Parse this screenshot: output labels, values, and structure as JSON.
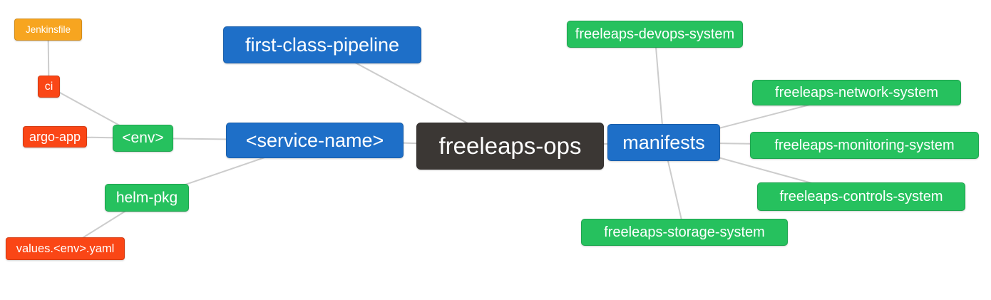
{
  "diagram": {
    "background": "#ffffff",
    "edge_color": "#cccccc",
    "nodes": {
      "jenkinsfile": {
        "label": "Jenkinsfile",
        "color": "#f7a520"
      },
      "ci": {
        "label": "ci",
        "color": "#fa4616"
      },
      "argo_app": {
        "label": "argo-app",
        "color": "#fa4616"
      },
      "env": {
        "label": "<env>",
        "color": "#26c15e"
      },
      "service_name": {
        "label": "<service-name>",
        "color": "#1e6fc8"
      },
      "first_class_pipeline": {
        "label": "first-class-pipeline",
        "color": "#1e6fc8"
      },
      "freeleaps_ops": {
        "label": "freeleaps-ops",
        "color": "#3b3734"
      },
      "manifests": {
        "label": "manifests",
        "color": "#1e6fc8"
      },
      "helm_pkg": {
        "label": "helm-pkg",
        "color": "#26c15e"
      },
      "values_env_yaml": {
        "label": "values.<env>.yaml",
        "color": "#fa4616"
      },
      "devops_system": {
        "label": "freeleaps-devops-system",
        "color": "#26c15e"
      },
      "network_system": {
        "label": "freeleaps-network-system",
        "color": "#26c15e"
      },
      "monitoring_system": {
        "label": "freeleaps-monitoring-system",
        "color": "#26c15e"
      },
      "controls_system": {
        "label": "freeleaps-controls-system",
        "color": "#26c15e"
      },
      "storage_system": {
        "label": "freeleaps-storage-system",
        "color": "#26c15e"
      }
    },
    "edges": [
      [
        "jenkinsfile",
        "ci"
      ],
      [
        "ci",
        "env"
      ],
      [
        "argo_app",
        "env"
      ],
      [
        "env",
        "service_name"
      ],
      [
        "helm_pkg",
        "service_name"
      ],
      [
        "values_env_yaml",
        "helm_pkg"
      ],
      [
        "service_name",
        "freeleaps_ops"
      ],
      [
        "first_class_pipeline",
        "freeleaps_ops"
      ],
      [
        "freeleaps_ops",
        "manifests"
      ],
      [
        "manifests",
        "devops_system"
      ],
      [
        "manifests",
        "network_system"
      ],
      [
        "manifests",
        "monitoring_system"
      ],
      [
        "manifests",
        "controls_system"
      ],
      [
        "manifests",
        "storage_system"
      ]
    ]
  }
}
